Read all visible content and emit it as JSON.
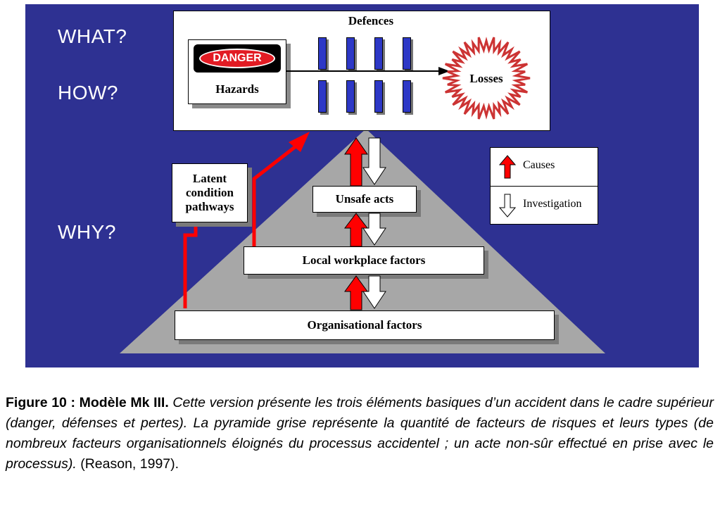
{
  "questions": {
    "what": "WHAT?",
    "how": "HOW?",
    "why": "WHY?"
  },
  "top_box": {
    "danger_sign": "DANGER",
    "hazards": "Hazards",
    "defences": "Defences",
    "losses": "Losses"
  },
  "pyramid": {
    "unsafe_acts": "Unsafe acts",
    "local_workplace": "Local workplace factors",
    "organisational": "Organisational factors"
  },
  "latent": {
    "line1": "Latent",
    "line2": "condition",
    "line3": "pathways"
  },
  "legend": {
    "causes": "Causes",
    "investigation": "Investigation"
  },
  "colors": {
    "background": "#2e3192",
    "pyramid": "#a7a7a7",
    "cause_arrow": "#ff0000",
    "defence": "#2d38c6"
  },
  "caption": {
    "title": "Figure 10 : Modèle Mk III.",
    "body": "Cette version présente les trois éléments basiques d’un accident dans le cadre supérieur (danger, défenses et pertes). La pyramide grise représente la quantité de facteurs de risques et leurs types (de nombreux facteurs organisationnels éloignés du processus accidentel ; un acte non-sûr effectué en prise avec le processus).",
    "source": "(Reason, 1997)."
  }
}
